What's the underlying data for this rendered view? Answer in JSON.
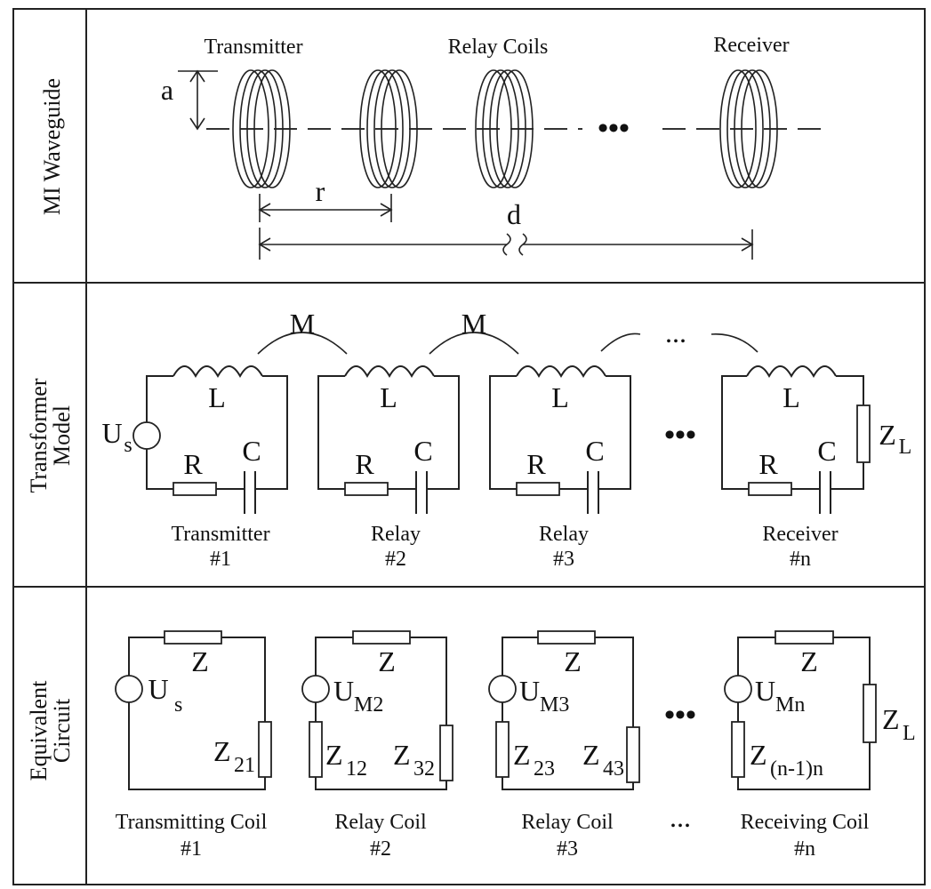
{
  "rows": {
    "waveguide": "MI Waveguide",
    "transformer": [
      "Transformer",
      "Model"
    ],
    "equivalent": [
      "Equivalent",
      "Circuit"
    ]
  },
  "waveguide": {
    "transmitter": "Transmitter",
    "relay_coils": "Relay Coils",
    "receiver": "Receiver",
    "a": "a",
    "r": "r",
    "d": "d",
    "ellipsis": "•••"
  },
  "transformer": {
    "mutual": "M",
    "mutual_dots": "...",
    "L": "L",
    "R": "R",
    "C": "C",
    "source": "U",
    "source_sub": "s",
    "load": "Z",
    "load_sub": "L",
    "ellipsis": "•••",
    "captions": [
      {
        "name": "Transmitter",
        "num": "#1"
      },
      {
        "name": "Relay",
        "num": "#2"
      },
      {
        "name": "Relay",
        "num": "#3"
      },
      {
        "name": "Receiver",
        "num": "#n"
      }
    ]
  },
  "equivalent": {
    "Z": "Z",
    "source": {
      "main": "U",
      "subs": [
        "s",
        "M2",
        "M3",
        "Mn"
      ]
    },
    "impedances": [
      {
        "main": "Z",
        "sub": "21"
      },
      {
        "main": "Z",
        "sub": "12"
      },
      {
        "main": "Z",
        "sub": "32"
      },
      {
        "main": "Z",
        "sub": "23"
      },
      {
        "main": "Z",
        "sub": "43"
      },
      {
        "main": "Z",
        "sub": "(n-1)n"
      }
    ],
    "load": {
      "main": "Z",
      "sub": "L"
    },
    "ellipsis": "•••",
    "caption_dots": "...",
    "captions": [
      {
        "name": "Transmitting Coil",
        "num": "#1"
      },
      {
        "name": "Relay Coil",
        "num": "#2"
      },
      {
        "name": "Relay Coil",
        "num": "#3"
      },
      {
        "name": "Receiving Coil",
        "num": "#n"
      }
    ]
  }
}
